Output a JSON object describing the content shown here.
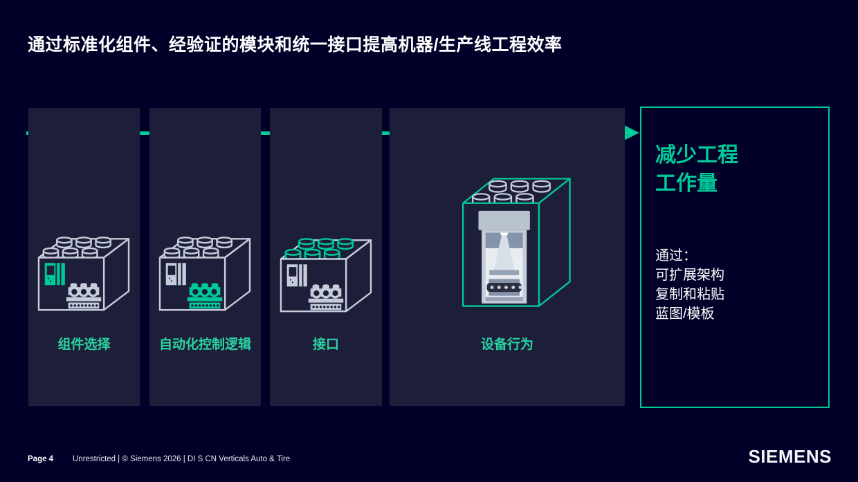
{
  "title": "通过标准化组件、经验证的模块和统一接口提高机器/生产线工程效率",
  "panels": [
    {
      "label": "组件选择",
      "highlight": "plc-controller"
    },
    {
      "label": "自动化控制逻辑",
      "highlight": "conveyor-machine"
    },
    {
      "label": "接口",
      "highlight": "brick-studs"
    },
    {
      "label": "设备行为",
      "highlight": "whole-machine-brick"
    }
  ],
  "result_box": {
    "title_line1": "减少工程",
    "title_line2": "工作量",
    "lines": [
      "通过：",
      "可扩展架构",
      "复制和粘贴",
      "蓝图/模板"
    ]
  },
  "footer": {
    "page": "Page 4",
    "meta": "Unrestricted | © Siemens 2026 | DI S CN Verticals Auto & Tire",
    "logo": "SIEMENS"
  },
  "colors": {
    "bg": "#000028",
    "panel": "#1D1F3A",
    "accent_green": "#00C998",
    "label_green": "#2BD3A2",
    "icon_gray": "#C6CCDA",
    "white": "#FFFFFF"
  }
}
